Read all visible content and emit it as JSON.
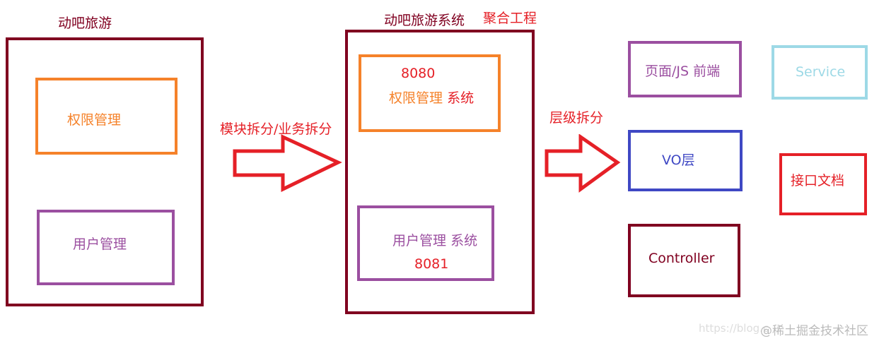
{
  "left": {
    "title": "动吧旅游",
    "module1": "权限管理",
    "module2": "用户管理"
  },
  "arrow1_label": "模块拆分/业务拆分",
  "middle": {
    "title": "动吧旅游系统",
    "subtitle": "聚合工程",
    "sys1_port": "8080",
    "sys1_name": "权限管理",
    "sys1_suffix": "系统",
    "sys2_name": "用户管理",
    "sys2_suffix": "系统",
    "sys2_port": "8081"
  },
  "arrow2_label": "层级拆分",
  "layers": {
    "frontend": "页面/JS 前端",
    "service": "Service",
    "vo": "VO层",
    "api_doc": "接口文档",
    "controller": "Controller"
  },
  "watermark": {
    "url": "https://blog.c",
    "brand": "@稀土掘金技术社区"
  },
  "colors": {
    "darkred": "#800020",
    "orange": "#f5822a",
    "purple": "#9b4fa0",
    "red": "#e52027",
    "blue": "#3f48c4",
    "cyan": "#9dd9e6"
  }
}
